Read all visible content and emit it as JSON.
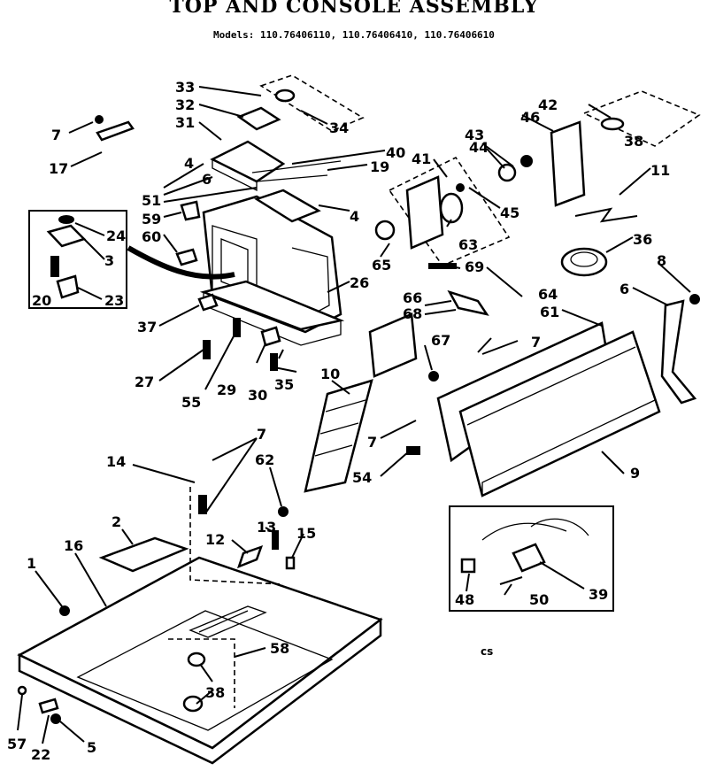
{
  "title": "TOP AND CONSOLE ASSEMBLY",
  "models": "Models: 110.76406110, 110.76406410, 110.76406610",
  "footer_code": "cs",
  "part_labels": [
    "1",
    "2",
    "3",
    "4",
    "5",
    "6",
    "7",
    "8",
    "9",
    "10",
    "11",
    "12",
    "13",
    "14",
    "15",
    "16",
    "17",
    "19",
    "20",
    "22",
    "23",
    "24",
    "26",
    "27",
    "29",
    "30",
    "31",
    "32",
    "33",
    "34",
    "35",
    "36",
    "37",
    "38",
    "39",
    "40",
    "41",
    "42",
    "43",
    "44",
    "45",
    "46",
    "48",
    "50",
    "51",
    "54",
    "55",
    "57",
    "58",
    "59",
    "60",
    "61",
    "62",
    "63",
    "64",
    "65",
    "66",
    "67",
    "68",
    "69"
  ]
}
